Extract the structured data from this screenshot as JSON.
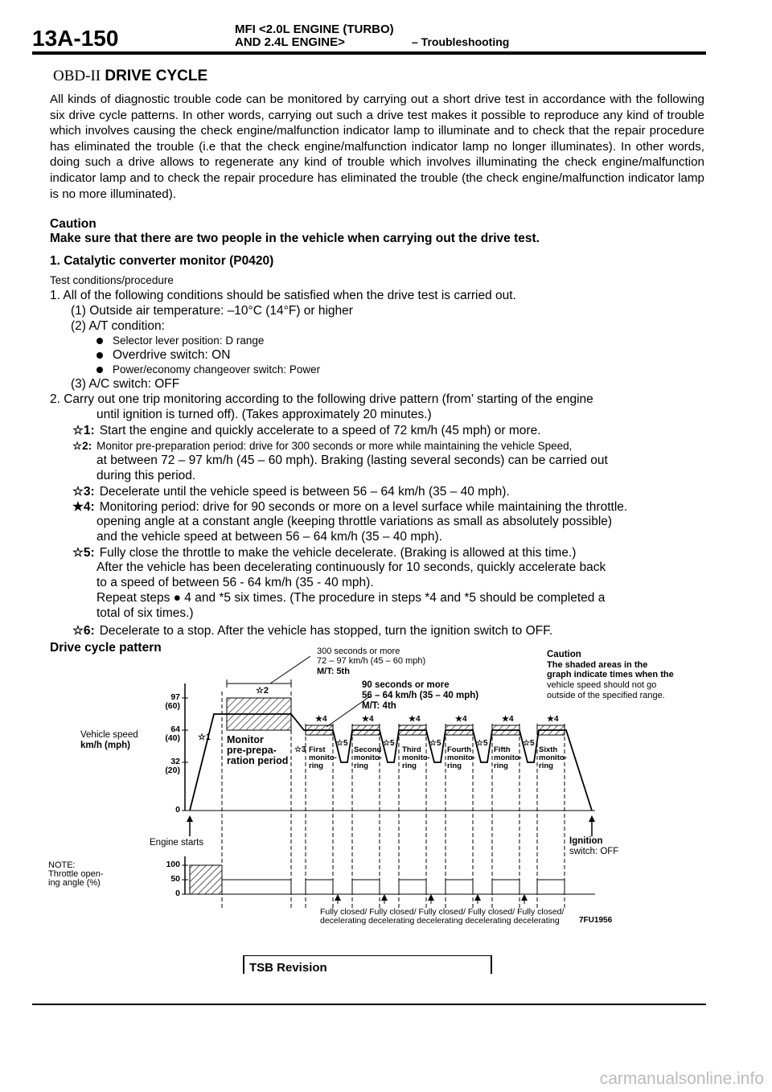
{
  "header": {
    "page_number": "13A-150",
    "line1": "MFI <2.0L ENGINE (TURBO)",
    "line2": "AND 2.4L ENGINE>",
    "section": "– Troubleshooting"
  },
  "title": {
    "prefix": "OBD-II",
    "main": "DRIVE CYCLE"
  },
  "intro": "All kinds of diagnostic trouble code can be monitored by carrying out a short drive test in accordance with the following six drive cycle patterns. In other words, carrying out such a drive test makes it possible to reproduce any kind of trouble which involves causing the check engine/malfunction indicator lamp to illuminate and to check that the repair procedure has eliminated the trouble (i.e that the check engine/malfunction indicator lamp no longer illuminates). In other words, doing such a drive allows to regenerate any kind of trouble which involves illuminating the check engine/malfunction indicator lamp and to check the repair procedure has eliminated the trouble (the check engine/malfunction indicator lamp is no more illuminated).",
  "caution": {
    "heading": "Caution",
    "text": "Make sure that there are two people in the vehicle when carrying out the drive test."
  },
  "monitor": {
    "title": "1. Catalytic converter monitor (P0420)",
    "test_conditions": "Test conditions/procedure",
    "step1": "1. All of the following conditions should be satisfied when the drive test is carried out.",
    "c1": "(1) Outside air temperature: –10°C (14°F) or higher",
    "c2": "(2) A/T condition:",
    "b1": "Selector lever position: D range",
    "b2": "Overdrive switch: ON",
    "b3": "Power/economy changeover switch: Power",
    "c3": "(3) A/C switch: OFF",
    "step2a": "2. Carry out one trip monitoring according to the following drive pattern (from’ starting of the engine",
    "step2b": "until ignition is turned off). (Takes approximately 20 minutes.)",
    "s1_mark": "☆1:",
    "s1": "Start the engine and quickly accelerate to a speed of 72 km/h (45 mph) or more.",
    "s2_mark": "☆2:",
    "s2a": "Monitor pre-preparation period: drive for 300 seconds or more while maintaining the vehicle Speed,",
    "s2b": "at between 72 – 97 km/h (45 – 60 mph). Braking (lasting several seconds) can be carried out",
    "s2c": "during this period.",
    "s3_mark": "☆3:",
    "s3": "Decelerate until the vehicle speed is between 56 – 64 km/h (35 – 40 mph).",
    "s4_mark": "★4:",
    "s4a": "Monitoring period: drive for 90 seconds or more on a level surface while maintaining the throttle.",
    "s4b": "opening angle at a constant angle (keeping throttle variations as small as absolutely possible)",
    "s4c": "and the vehicle speed at between 56 – 64 km/h (35 – 40 mph).",
    "s5_mark": "☆5:",
    "s5a": "Fully close the throttle to make the vehicle decelerate. (Braking is allowed at this time.)",
    "s5b": "After the vehicle has been decelerating continuously for 10 seconds, quickly accelerate back",
    "s5c": "to a speed of between 56 - 64 km/h (35 - 40 mph).",
    "s5d": "Repeat steps ● 4 and *5 six times. (The procedure in steps *4 and *5 should be completed a",
    "s5e": "total of six times.)",
    "s6_mark": "☆6:",
    "s6": "Decelerate to a stop. After the vehicle has stopped, turn the ignition switch to OFF."
  },
  "drive_cycle": {
    "title": "Drive cycle pattern",
    "note_300_a": "300 seconds or more",
    "note_300_b": "72 – 97 km/h (45 – 60 mph)",
    "note_300_c": "M/T: 5th",
    "note_90_a": "90 seconds or more",
    "note_90_b": "56 – 64 km/h (35 – 40 mph)",
    "note_90_c": "M/T: 4th",
    "caution_a": "Caution",
    "caution_b": "The shaded areas in the",
    "caution_c": "graph indicate times when the",
    "caution_d": "vehicle speed should not go",
    "caution_e": "outside of the specified range.",
    "ylabel_a": "Vehicle speed",
    "ylabel_b": "km/h (mph)",
    "yticks": [
      "97",
      "(60)",
      "64",
      "(40)",
      "32",
      "(20)",
      "0"
    ],
    "thr_note_a": "NOTE:",
    "thr_note_b": "Throttle open-",
    "thr_note_c": "ing angle (%)",
    "thr_ticks": [
      "100",
      "50",
      "0"
    ],
    "engine_starts": "Engine starts",
    "ignition_a": "Ignition",
    "ignition_b": "switch: OFF",
    "monitor_box": [
      "Monitor",
      "pre-prepa-",
      "ration period"
    ],
    "monitoring": [
      [
        "First",
        "monito-",
        "ring"
      ],
      [
        "Second",
        "monito-",
        "ring"
      ],
      [
        "Third",
        "monito-",
        "ring"
      ],
      [
        "Fourth",
        "monito-",
        "ring"
      ],
      [
        "Fifth",
        "monito-",
        "ring"
      ],
      [
        "Sixth",
        "monito-",
        "ring"
      ]
    ],
    "marks": {
      "s1": "☆1",
      "s2": "☆2",
      "s3": "☆3",
      "s4": "★4",
      "s5": "☆5"
    },
    "bottom_a": "Fully closed/ Fully closed/ Fully closed/ Fully closed/ Fully closed/",
    "bottom_b": "decelerating decelerating decelerating decelerating decelerating",
    "code": "7FU1956"
  },
  "footer": {
    "tsb": "TSB Revision",
    "watermark": "carmanualsonline.info"
  }
}
